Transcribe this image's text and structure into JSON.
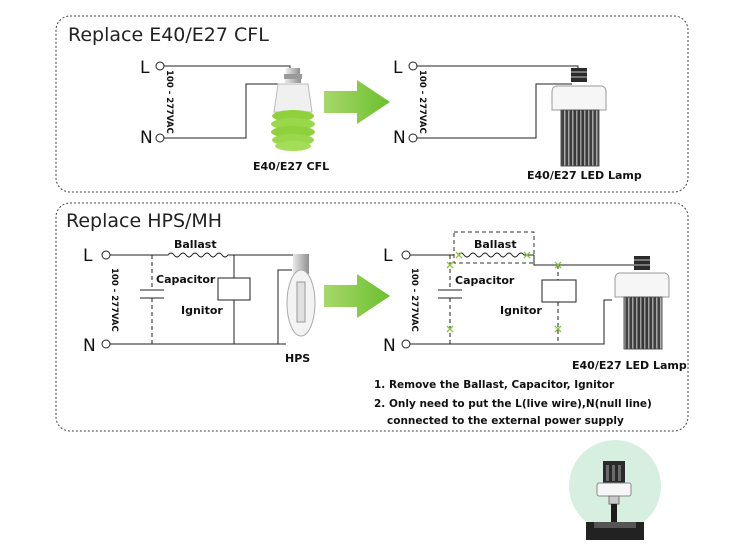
{
  "section1": {
    "title": "Replace E40/E27 CFL",
    "terminal_l": "L",
    "terminal_n": "N",
    "voltage_left": "100 - 277VAC",
    "voltage_right": "100 - 277VAC",
    "cfl_label": "E40/E27 CFL",
    "led_label": "E40/E27 LED Lamp"
  },
  "section2": {
    "title": "Replace HPS/MH",
    "terminal_l": "L",
    "terminal_n": "N",
    "voltage_left": "100 - 277VAC",
    "voltage_right": "100 - 277VAC",
    "ballast_left": "Ballast",
    "capacitor_left": "Capacitor",
    "ignitor_left": "Ignitor",
    "hps_label": "HPS",
    "ballast_right": "Ballast",
    "capacitor_right": "Capacitor",
    "ignitor_right": "Ignitor",
    "led_label": "E40/E27 LED Lamp",
    "note_1": "1. Remove the Ballast, Capacitor, Ignitor",
    "note_2a": "2. Only need to put the L(live wire),N(null line)",
    "note_2b": "connected to the external power supply"
  },
  "colors": {
    "arrow_green": "#7dc242",
    "cfl_green": "#8ed13d",
    "mark_green": "#8cc63f",
    "circle_fill": "#d7efe1"
  }
}
